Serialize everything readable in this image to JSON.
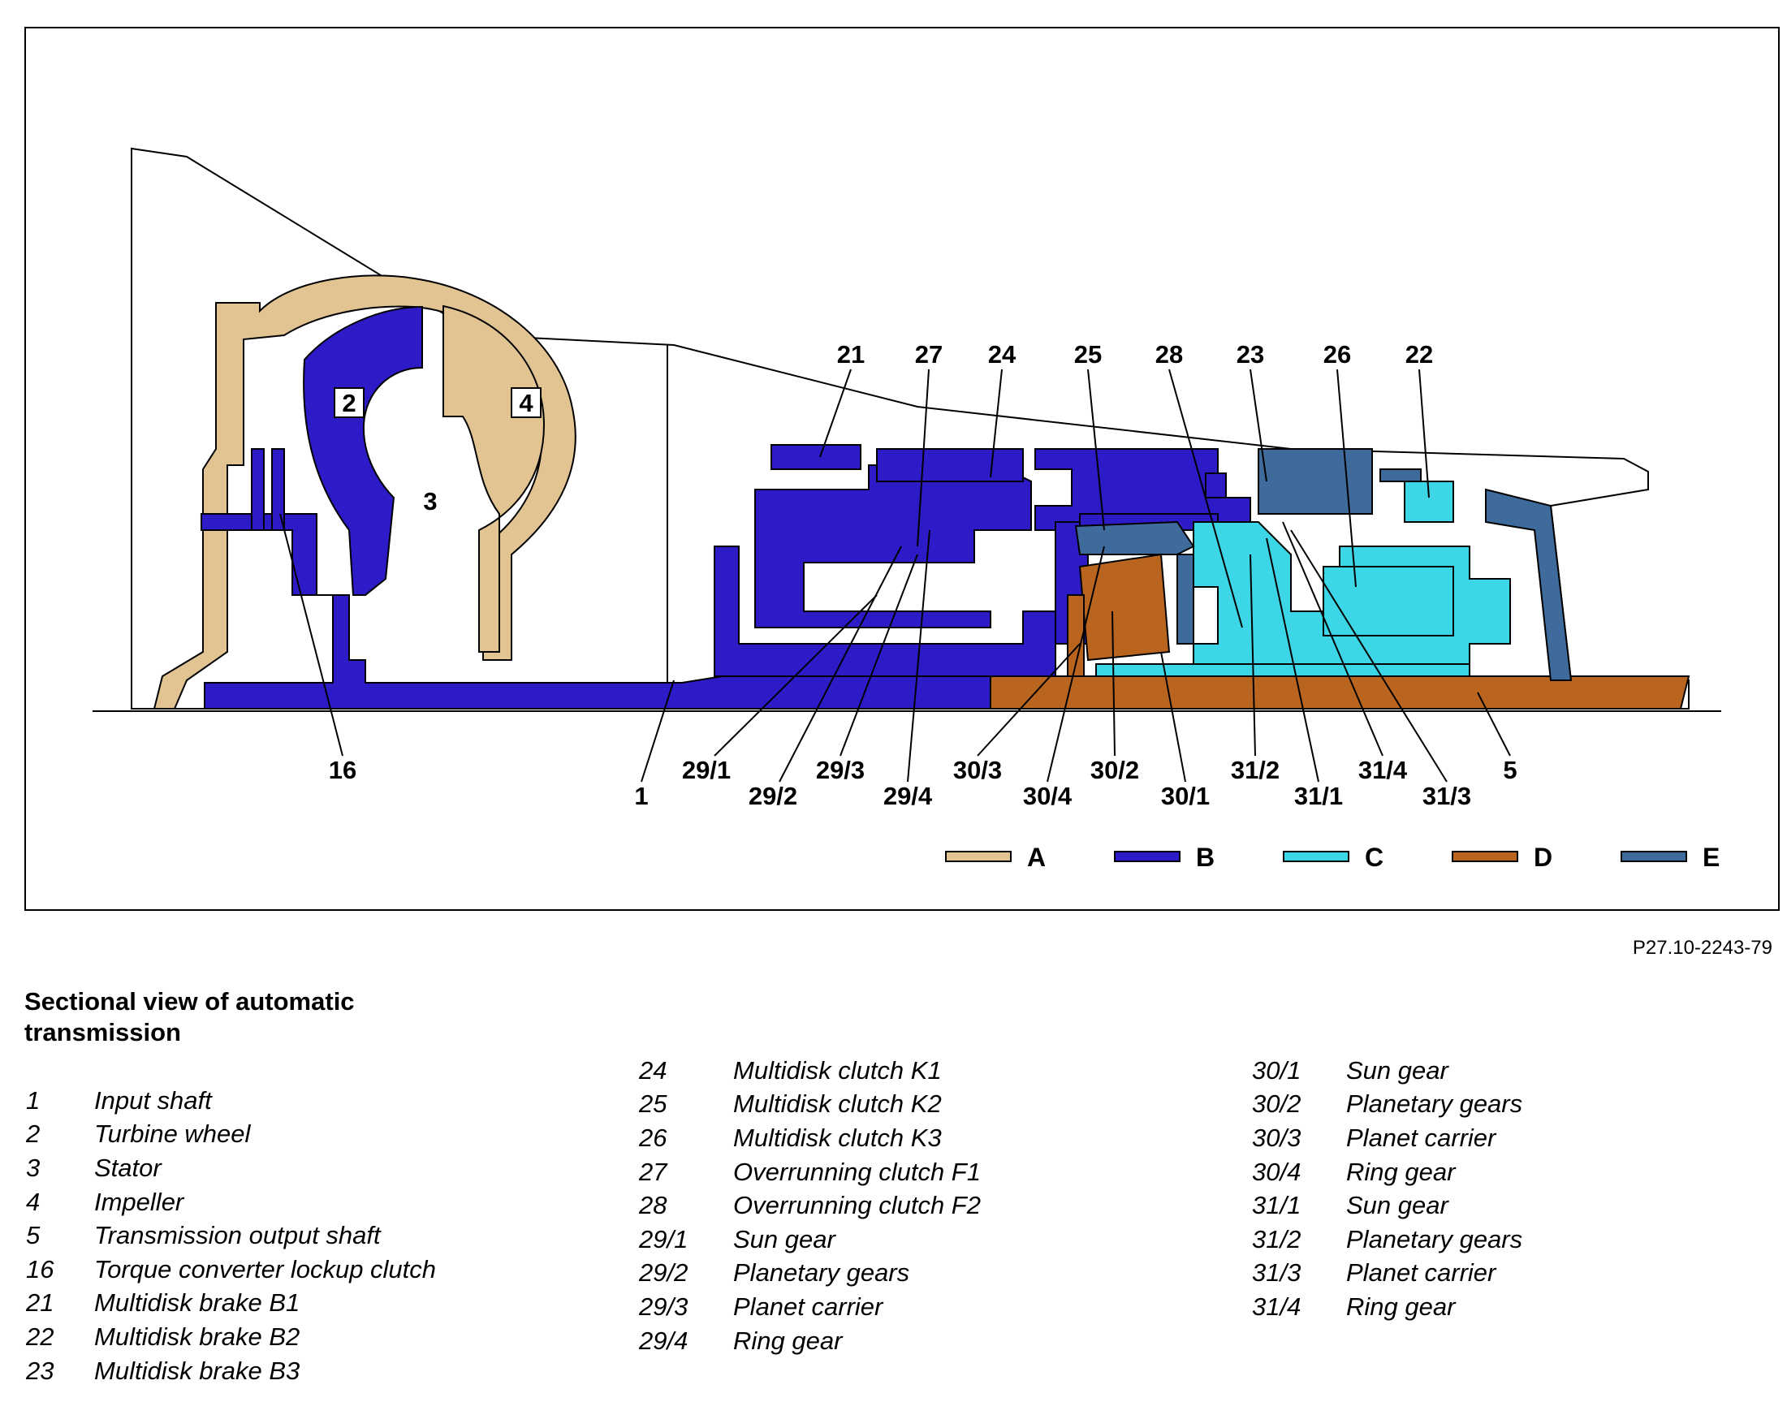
{
  "figure_code": "P27.10-2243-79",
  "caption": "Sectional view of automatic transmission",
  "callouts_top": [
    "21",
    "27",
    "24",
    "25",
    "28",
    "23",
    "26",
    "22"
  ],
  "callouts_inner": [
    "2",
    "4",
    "3"
  ],
  "callouts_bottom": [
    "16",
    "1",
    "29/1",
    "29/2",
    "29/3",
    "29/4",
    "30/3",
    "30/4",
    "30/2",
    "30/1",
    "31/2",
    "31/1",
    "31/4",
    "31/3",
    "5"
  ],
  "color_groups": [
    {
      "letter": "A",
      "color": "#e2c392"
    },
    {
      "letter": "B",
      "color": "#2e1bc8"
    },
    {
      "letter": "C",
      "color": "#3cd6e6"
    },
    {
      "letter": "D",
      "color": "#b9651f"
    },
    {
      "letter": "E",
      "color": "#3e6a9c"
    }
  ],
  "legend": {
    "col1": [
      {
        "num": "1",
        "text": "Input shaft"
      },
      {
        "num": "2",
        "text": "Turbine wheel"
      },
      {
        "num": "3",
        "text": "Stator"
      },
      {
        "num": "4",
        "text": "Impeller"
      },
      {
        "num": "5",
        "text": "Transmission output shaft"
      },
      {
        "num": "16",
        "text": "Torque converter lockup clutch"
      },
      {
        "num": "21",
        "text": "Multidisk brake B1"
      },
      {
        "num": "22",
        "text": "Multidisk brake B2"
      },
      {
        "num": "23",
        "text": "Multidisk brake B3"
      }
    ],
    "col2": [
      {
        "num": "24",
        "text": "Multidisk clutch K1"
      },
      {
        "num": "25",
        "text": "Multidisk clutch K2"
      },
      {
        "num": "26",
        "text": "Multidisk clutch K3"
      },
      {
        "num": "27",
        "text": "Overrunning clutch F1"
      },
      {
        "num": "28",
        "text": "Overrunning clutch F2"
      },
      {
        "num": "29/1",
        "text": "Sun gear"
      },
      {
        "num": "29/2",
        "text": "Planetary gears"
      },
      {
        "num": "29/3",
        "text": "Planet carrier"
      },
      {
        "num": "29/4",
        "text": "Ring gear"
      }
    ],
    "col3": [
      {
        "num": "30/1",
        "text": "Sun gear"
      },
      {
        "num": "30/2",
        "text": "Planetary gears"
      },
      {
        "num": "30/3",
        "text": "Planet carrier"
      },
      {
        "num": "30/4",
        "text": "Ring gear"
      },
      {
        "num": "31/1",
        "text": "Sun gear"
      },
      {
        "num": "31/2",
        "text": "Planetary gears"
      },
      {
        "num": "31/3",
        "text": "Planet carrier"
      },
      {
        "num": "31/4",
        "text": "Ring gear"
      }
    ]
  }
}
